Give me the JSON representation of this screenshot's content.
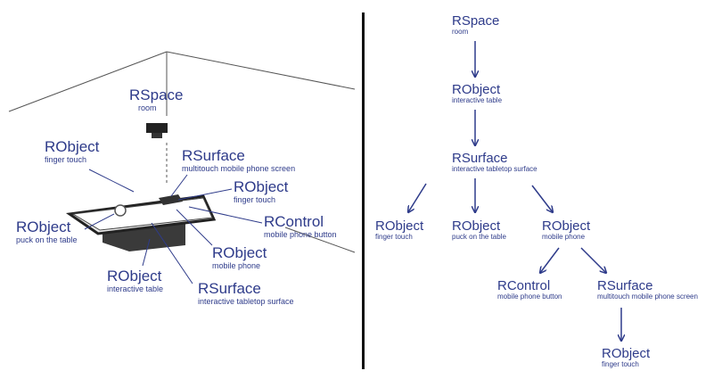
{
  "colors": {
    "label": "#2e3b8a",
    "arrow": "#2e3b8a",
    "divider": "#111111"
  },
  "scene": {
    "rspace": {
      "title": "RSpace",
      "sub": "room"
    },
    "finger_touch": {
      "title": "RObject",
      "sub": "finger touch"
    },
    "phone_screen": {
      "title": "RSurface",
      "sub": "multitouch mobile phone screen"
    },
    "finger_touch_phone": {
      "title": "RObject",
      "sub": "finger touch"
    },
    "puck": {
      "title": "RObject",
      "sub": "puck on the table"
    },
    "phone_button": {
      "title": "RControl",
      "sub": "mobile phone button"
    },
    "mobile_phone": {
      "title": "RObject",
      "sub": "mobile phone"
    },
    "table": {
      "title": "RObject",
      "sub": "interactive table"
    },
    "tabletop": {
      "title": "RSurface",
      "sub": "interactive tabletop surface"
    }
  },
  "tree": {
    "rspace": {
      "title": "RSpace",
      "sub": "room"
    },
    "table": {
      "title": "RObject",
      "sub": "interactive table"
    },
    "tabletop": {
      "title": "RSurface",
      "sub": "interactive tabletop surface"
    },
    "finger_touch": {
      "title": "RObject",
      "sub": "finger touch"
    },
    "puck": {
      "title": "RObject",
      "sub": "puck on the table"
    },
    "mobile_phone": {
      "title": "RObject",
      "sub": "mobile phone"
    },
    "phone_button": {
      "title": "RControl",
      "sub": "mobile phone button"
    },
    "phone_screen": {
      "title": "RSurface",
      "sub": "multitouch mobile phone screen"
    },
    "screen_touch": {
      "title": "RObject",
      "sub": "finger touch"
    }
  }
}
